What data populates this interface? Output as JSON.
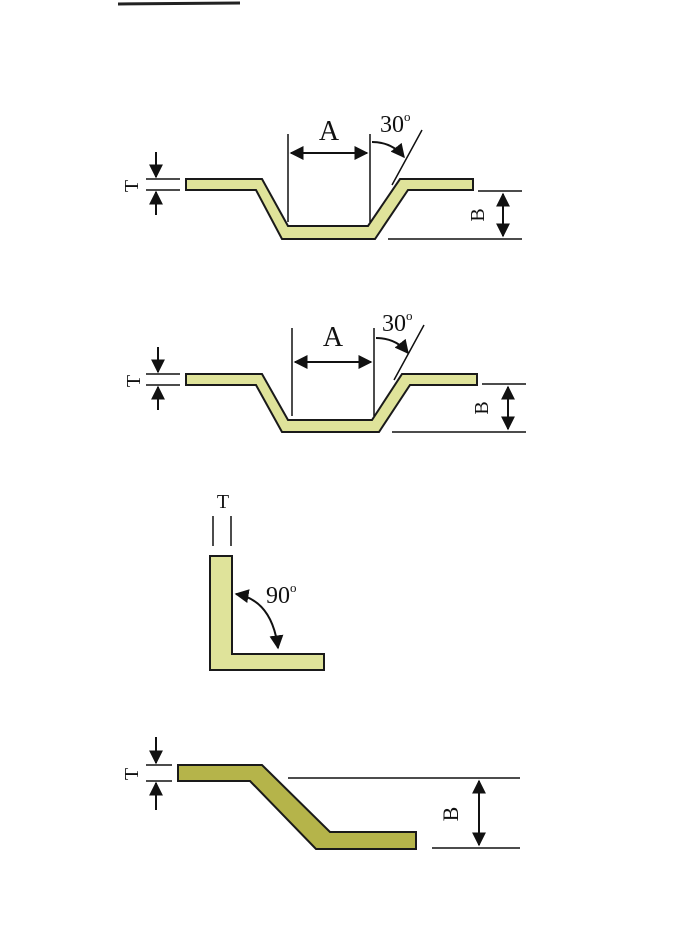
{
  "colors": {
    "plate_light": "#dfe39a",
    "plate_dark": "#b5b44a",
    "outline": "#1a1a1a",
    "ink": "#111111",
    "background": "#ffffff"
  },
  "diagrams": [
    {
      "id": "u-channel-1",
      "shape": "trapezoidal-channel",
      "labels": {
        "thickness": "T",
        "width": "A",
        "angle": "30",
        "angle_unit": "o",
        "depth": "B"
      }
    },
    {
      "id": "u-channel-2",
      "shape": "trapezoidal-channel",
      "labels": {
        "thickness": "T",
        "width": "A",
        "angle": "30",
        "angle_unit": "o",
        "depth": "B"
      }
    },
    {
      "id": "l-angle",
      "shape": "right-angle-bend",
      "labels": {
        "thickness": "T",
        "angle": "90",
        "angle_unit": "o"
      }
    },
    {
      "id": "z-offset",
      "shape": "offset-bend",
      "labels": {
        "thickness": "T",
        "depth": "B"
      }
    }
  ]
}
